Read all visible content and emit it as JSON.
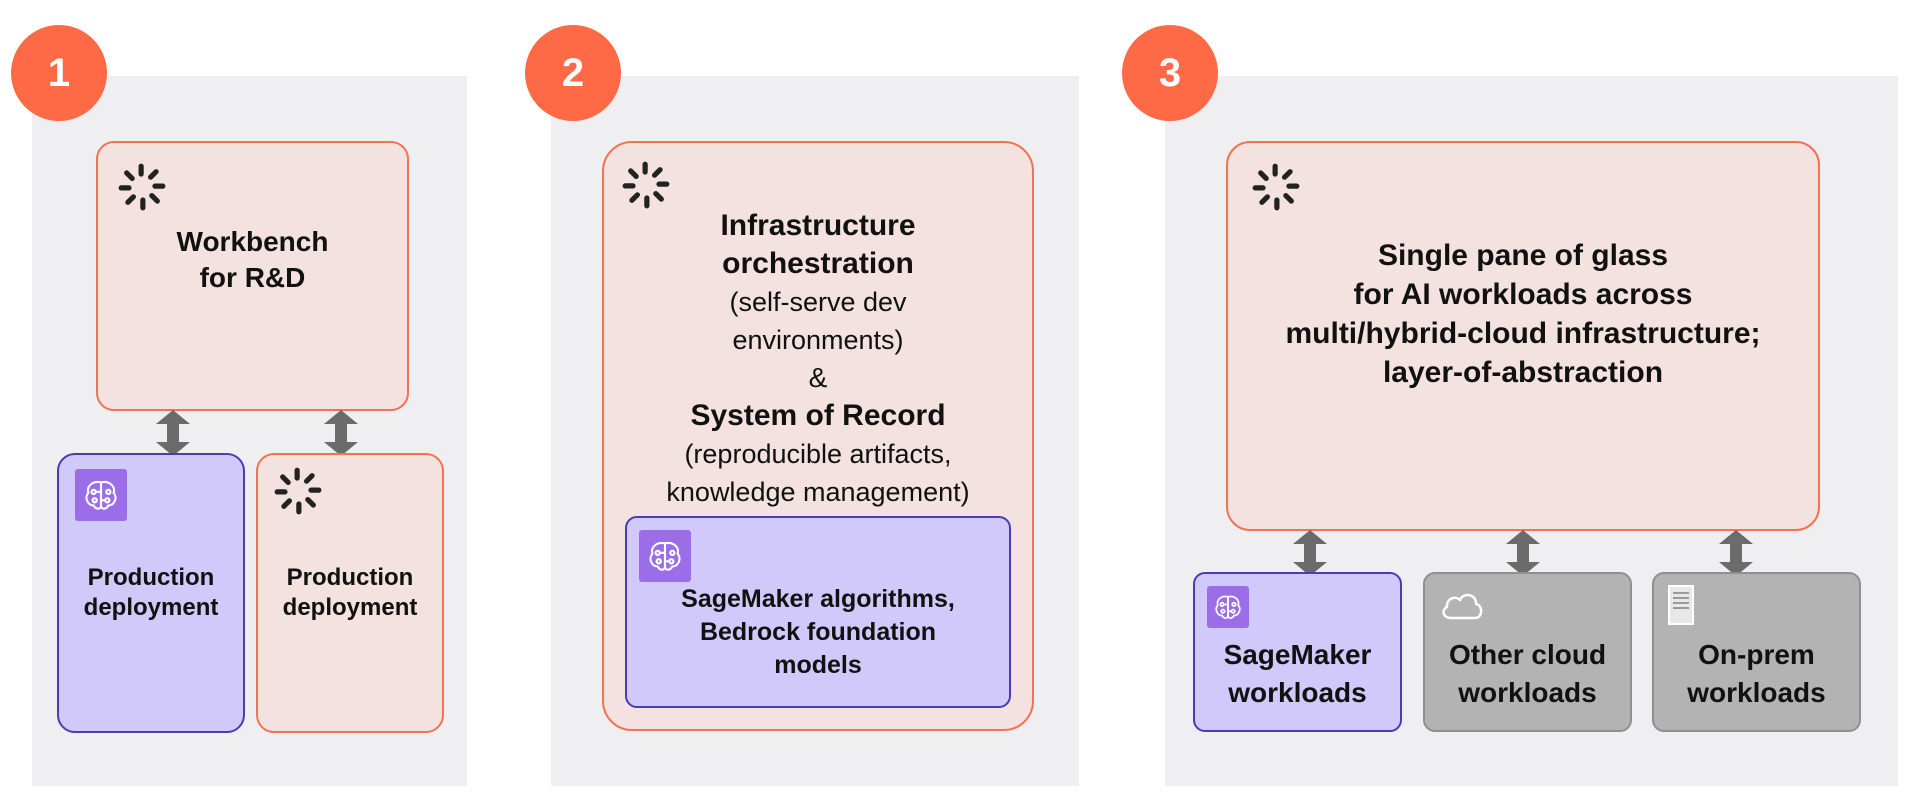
{
  "badges": [
    "1",
    "2",
    "3"
  ],
  "panel1": {
    "workbench_line1": "Workbench",
    "workbench_line2": "for R&D",
    "prod_left_line1": "Production",
    "prod_left_line2": "deployment",
    "prod_right_line1": "Production",
    "prod_right_line2": "deployment"
  },
  "panel2": {
    "infra_line1": "Infrastructure",
    "infra_line2": "orchestration",
    "infra_sub1": "(self-serve dev",
    "infra_sub2": "environments)",
    "amp": "&",
    "sor": "System of Record",
    "sor_sub1": "(reproducible artifacts,",
    "sor_sub2": "knowledge management)",
    "sagemaker_line1": "SageMaker algorithms,",
    "sagemaker_line2": "Bedrock foundation",
    "sagemaker_line3": "models"
  },
  "panel3": {
    "main_line1": "Single pane of glass",
    "main_line2": "for AI workloads across",
    "main_line3": "multi/hybrid-cloud infrastructure;",
    "main_line4": "layer-of-abstraction",
    "sagemaker_line1": "SageMaker",
    "sagemaker_line2": "workloads",
    "cloud_line1": "Other cloud",
    "cloud_line2": "workloads",
    "onprem_line1": "On-prem",
    "onprem_line2": "workloads"
  },
  "icons": {
    "orchestration_logo": "spiral-logo-icon",
    "sagemaker": "brain-icon",
    "cloud": "cloud-icon",
    "server": "server-icon",
    "arrow": "double-arrow-icon"
  },
  "colors": {
    "badge": "#ff6a46",
    "salmon_fill": "#f3e2e0",
    "salmon_border": "#f2734f",
    "purple_fill": "#d2c9fb",
    "purple_border": "#4a3cb5",
    "grey_fill": "#b3b3b3",
    "panel_bg": "#efeff2"
  }
}
